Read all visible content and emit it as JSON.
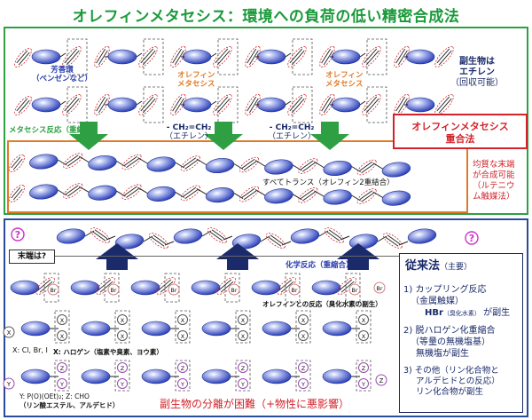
{
  "title": "オレフィンメタセシス：環境への負荷の低い精密合成法",
  "top_section": {
    "label_aromatic": [
      "芳香環",
      "（ベンゼンなど）"
    ],
    "label_metathesis_1": [
      "オレフィン",
      "メタセシス"
    ],
    "label_metathesis_2": [
      "オレフィン",
      "メタセシス"
    ],
    "label_byproduct": [
      "副生物は",
      "エチレン",
      "（回収可能）"
    ],
    "label_reaction": "メタセシス反応（重縮合）",
    "elimination_1": [
      "- CH₂=CH₂",
      "（エチレン）"
    ],
    "elimination_2": [
      "- CH₂=CH₂",
      "（エチレン）"
    ],
    "callout": [
      "オレフィンメタセシス",
      "重合法"
    ],
    "label_trans": "すべてトランス（オレフィン2重結合）",
    "label_uniform": [
      "均質な末端",
      "が合成可能",
      "（ルテニウ",
      "ム触媒法）"
    ]
  },
  "bottom_section": {
    "question_mark": "?",
    "end_group_label": "末端は?",
    "chemical_reaction": "化学反応（重縮合）",
    "olefin_reaction": "オレフィンとの反応（臭化水素の副生）",
    "br": "Br",
    "x": "X",
    "y": "Y",
    "z": "Z",
    "x_def_1": "X: Cl, Br, I",
    "x_def_2": "X: ハロゲン（塩素や臭素、ヨウ素）",
    "y_def": [
      "Y: P(O)(OEt)₂; Z: CHO",
      "（リン酸エステル、アルデヒド）"
    ],
    "bottom_caption": "副生物の分離が困難（+物性に悪影響）"
  },
  "conventional": {
    "heading": "従来法",
    "heading_sub": "（主要）",
    "item1": [
      "1) カップリング反応",
      "（金属触媒）"
    ],
    "item1_by": "HBr",
    "item1_by_note": "（臭化水素）",
    "item1_tail": "が副生",
    "item2": [
      "2) 脱ハロゲン化重縮合",
      "（等量の無機塩基）",
      "無機塩が副生"
    ],
    "item3": [
      "3) その他（リン化合物と",
      "アルデヒドとの反応）",
      "リン化合物が副生"
    ]
  },
  "colors": {
    "title": "#1a9a3a",
    "green": "#2ea043",
    "orange": "#e07b2a",
    "blue_frame": "#2a4a9a",
    "red": "#d2232a",
    "ellipse": "#3a52c8",
    "dashed": "#555555"
  }
}
